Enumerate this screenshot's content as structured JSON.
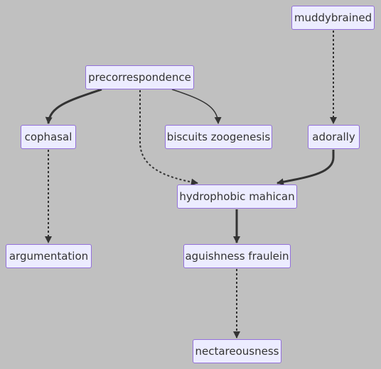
{
  "diagram": {
    "colors": {
      "background": "#c0c0c0",
      "node_fill": "#ececff",
      "node_border": "#9370db",
      "edge": "#333333",
      "text": "#333333"
    },
    "nodes": [
      {
        "id": "muddybrained",
        "label": "muddybrained"
      },
      {
        "id": "precorrespondence",
        "label": "precorrespondence"
      },
      {
        "id": "cophasal",
        "label": "cophasal"
      },
      {
        "id": "biscuits-zoogenesis",
        "label": "biscuits zoogenesis"
      },
      {
        "id": "adorally",
        "label": "adorally"
      },
      {
        "id": "hydrophobic-mahican",
        "label": "hydrophobic mahican"
      },
      {
        "id": "argumentation",
        "label": "argumentation"
      },
      {
        "id": "aguishness-fraulein",
        "label": "aguishness fraulein"
      },
      {
        "id": "nectareousness",
        "label": "nectareousness"
      }
    ],
    "edges": [
      {
        "from": "precorrespondence",
        "to": "cophasal",
        "style": "thick"
      },
      {
        "from": "precorrespondence",
        "to": "biscuits-zoogenesis",
        "style": "solid"
      },
      {
        "from": "precorrespondence",
        "to": "hydrophobic-mahican",
        "style": "dotted"
      },
      {
        "from": "muddybrained",
        "to": "adorally",
        "style": "dotted"
      },
      {
        "from": "adorally",
        "to": "hydrophobic-mahican",
        "style": "thick"
      },
      {
        "from": "cophasal",
        "to": "argumentation",
        "style": "dotted"
      },
      {
        "from": "hydrophobic-mahican",
        "to": "aguishness-fraulein",
        "style": "thick"
      },
      {
        "from": "aguishness-fraulein",
        "to": "nectareousness",
        "style": "dotted"
      }
    ]
  }
}
